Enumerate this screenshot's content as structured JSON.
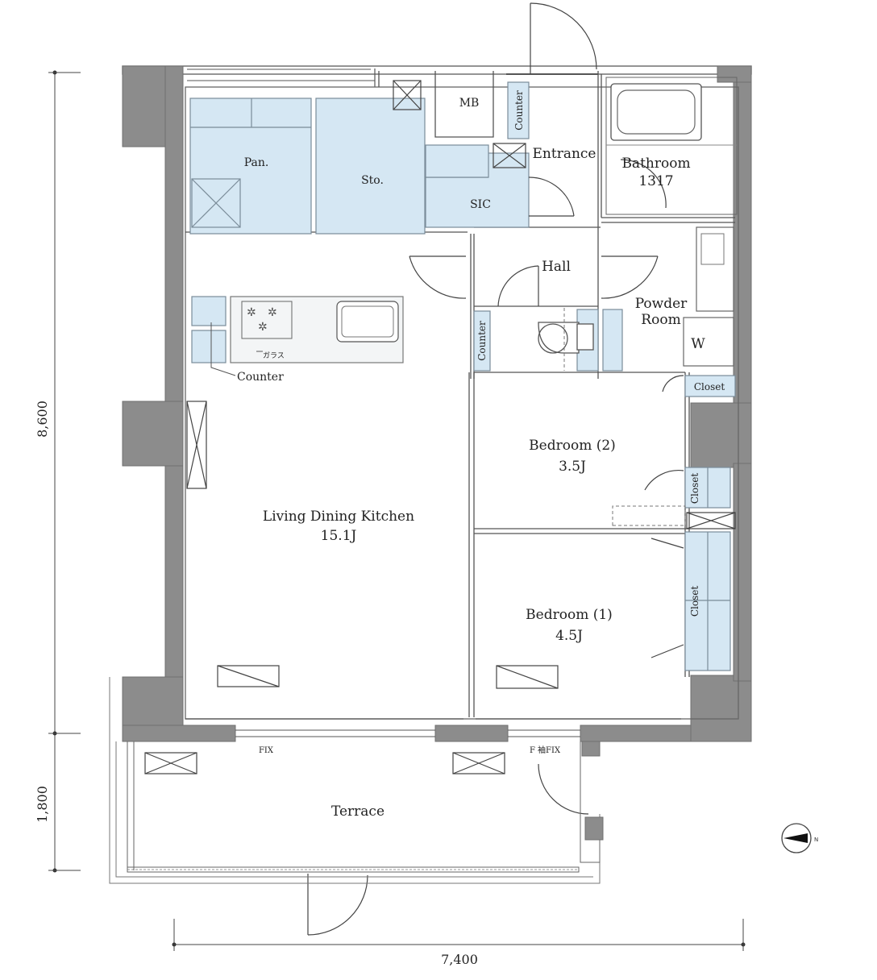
{
  "colors": {
    "wall": "#8c8c8c",
    "storage_fill": "#d5e7f3",
    "line": "#555555"
  },
  "rooms": {
    "pantry": "Pan.",
    "storage": "Sto.",
    "mb": "MB",
    "sic": "SIC",
    "entrance": "Entrance",
    "bathroom": "Bathroom",
    "bathroom_size": "1317",
    "hall": "Hall",
    "powder_room_line1": "Powder",
    "powder_room_line2": "Room",
    "washer": "W",
    "ldk": "Living Dining Kitchen",
    "ldk_size": "15.1J",
    "bedroom2": "Bedroom (2)",
    "bedroom2_size": "3.5J",
    "bedroom1": "Bedroom (1)",
    "bedroom1_size": "4.5J",
    "terrace": "Terrace"
  },
  "labels": {
    "counter_kitchen": "Counter",
    "counter_entrance": "Counter",
    "counter_hall": "Counter",
    "closet_hall": "Closet",
    "closet_bed2": "Closet",
    "closet_bed1": "Closet",
    "fix_left": "FIX",
    "fix_right": "F 袖FIX",
    "stove_glass": "ガラス"
  },
  "dimensions": {
    "height_main": "8,600",
    "height_terrace": "1,800",
    "width_total": "7,400"
  },
  "icons": {
    "compass": "north-arrow-icon",
    "stove": "stove-burner-icon"
  }
}
